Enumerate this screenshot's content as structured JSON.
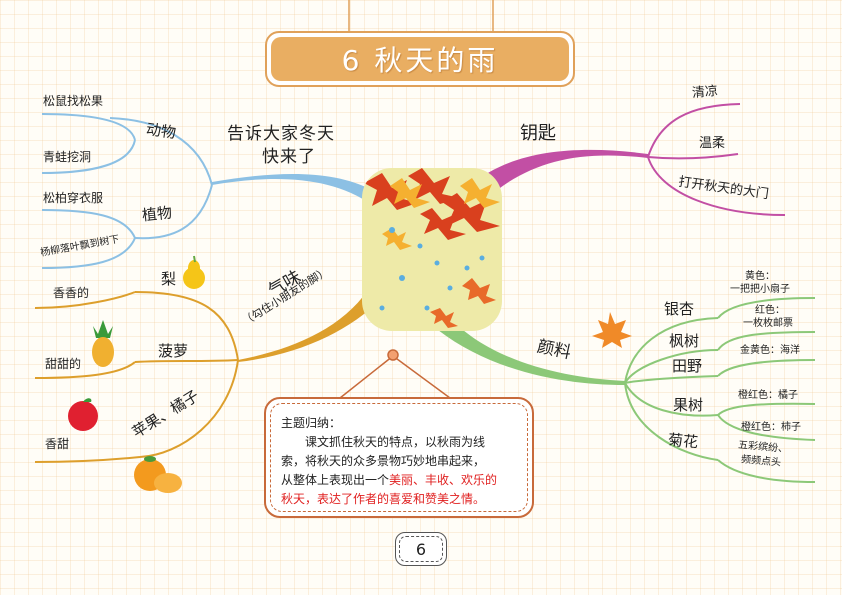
{
  "title": "6 秋天的雨",
  "center": {
    "image": "autumn-maple-leaves-rain"
  },
  "colors": {
    "title_bg": "#e9ae62",
    "branch_blue": "#8cc0e4",
    "branch_magenta": "#c24fa4",
    "branch_orange": "#dd9f2c",
    "branch_green": "#8cc878",
    "summary_border": "#c86a3a",
    "highlight_red": "#e02020"
  },
  "branches": {
    "blue": {
      "label_line1": "告诉大家冬天",
      "label_line2": "快来了",
      "children": [
        {
          "label": "动物",
          "leaves": [
            "松鼠找松果",
            "青蛙挖洞"
          ]
        },
        {
          "label": "植物",
          "leaves": [
            "松柏穿衣服",
            "杨柳落叶飘到树下"
          ]
        }
      ]
    },
    "magenta": {
      "label": "钥匙",
      "leaves": [
        "清凉",
        "温柔",
        "打开秋天的大门"
      ]
    },
    "orange": {
      "label": "气味",
      "sublabel": "（勾住小朋友的脚）",
      "children": [
        {
          "label": "梨",
          "leaf": "香香的",
          "icon": "pear-icon"
        },
        {
          "label": "菠萝",
          "leaf": "甜甜的",
          "icon": "pineapple-icon"
        },
        {
          "label": "苹果、橘子",
          "leaf": "香甜",
          "icon": "apple-icon"
        }
      ]
    },
    "green": {
      "label": "颜料",
      "children": [
        {
          "label": "银杏",
          "leaf_line1": "黄色：",
          "leaf_line2": "一把把小扇子"
        },
        {
          "label": "枫树",
          "leaf_line1": "红色：",
          "leaf_line2": "一枚枚邮票"
        },
        {
          "label": "田野",
          "leaf_line1": "金黄色：海洋"
        },
        {
          "label": "果树",
          "leaves": [
            "橙红色：橘子",
            "橙红色：柿子"
          ]
        },
        {
          "label": "菊花",
          "leaf_line1": "五彩缤纷、",
          "leaf_line2": "频频点头"
        }
      ]
    }
  },
  "summary": {
    "heading": "主题归纳：",
    "line1": "课文抓住秋天的特点，以秋雨为线",
    "line2": "索，将秋天的众多景物巧妙地串起来，",
    "line3_normal": "从整体上表现出一个",
    "line3_red": "美丽、丰收、欢乐的",
    "line4_red": "秋天，表达了作者的喜爱和赞美之情。"
  },
  "page_number": "6"
}
